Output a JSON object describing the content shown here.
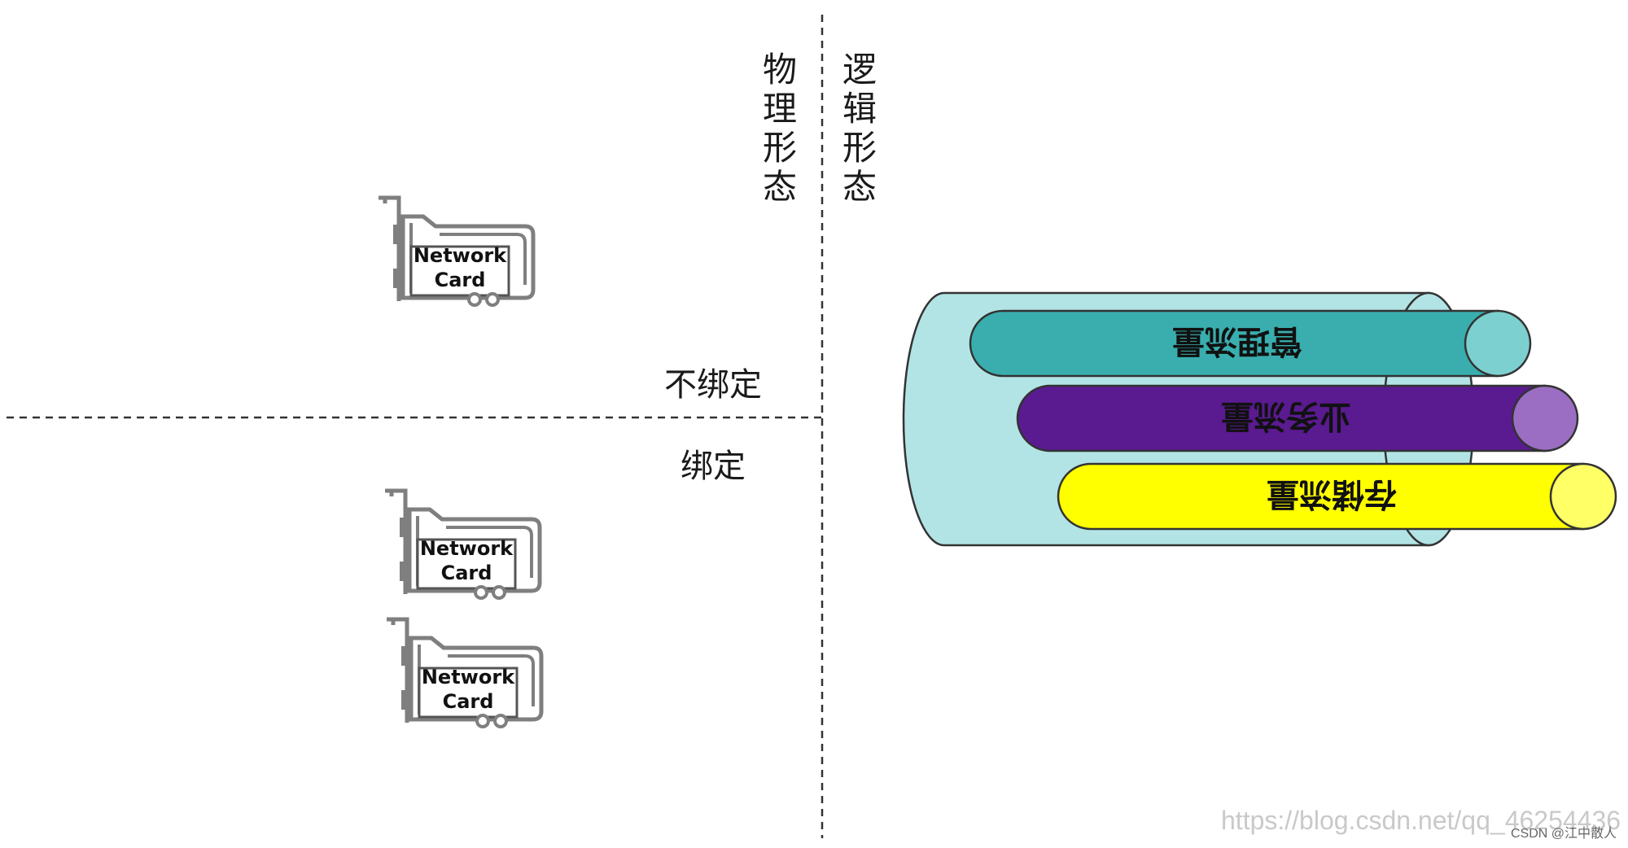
{
  "labels": {
    "physical": [
      "物",
      "理",
      "形",
      "态"
    ],
    "logical": [
      "逻",
      "辑",
      "形",
      "态"
    ],
    "unbound": "不绑定",
    "bound": "绑定"
  },
  "network_card": {
    "line1": "Network",
    "line2": "Card"
  },
  "traffic": {
    "management": "管理流量",
    "business": "业务流量",
    "storage": "存储流量"
  },
  "watermark": "https://blog.csdn.net/qq_46254436",
  "credit": "CSDN @江中散人",
  "colors": {
    "outer_cable": "#b3e4e5",
    "management": "#3aaeae",
    "management_end": "#7dd0d0",
    "business": "#5a1a90",
    "business_end": "#9b6ec4",
    "storage": "#ffff00",
    "storage_end": "#ffff66",
    "card_stroke": "#7f7f7f"
  }
}
